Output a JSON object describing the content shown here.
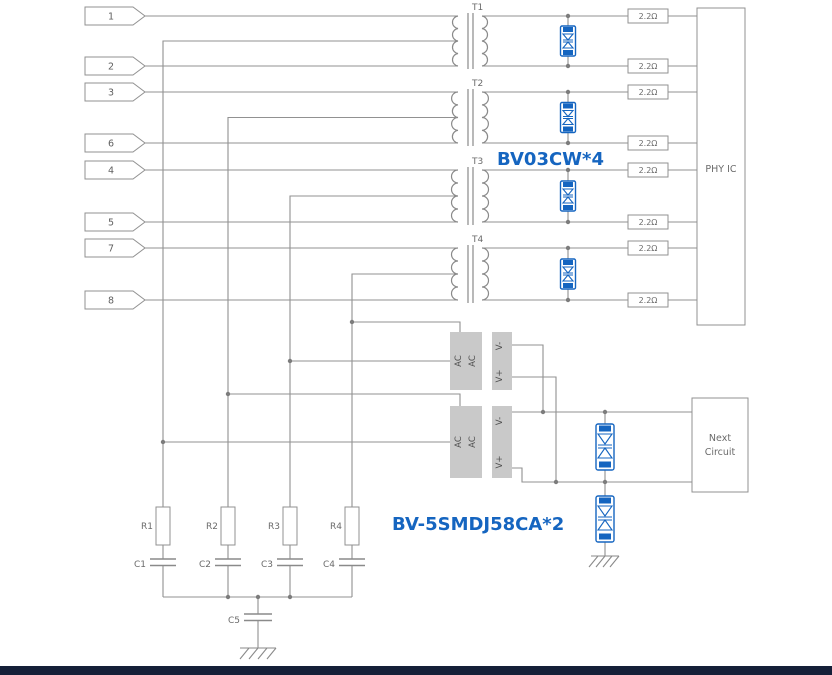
{
  "pins": [
    "1",
    "2",
    "3",
    "6",
    "4",
    "5",
    "7",
    "8"
  ],
  "transformers": [
    "T1",
    "T2",
    "T3",
    "T4"
  ],
  "series_resistor_value": "2.2Ω",
  "phy_label": "PHY IC",
  "tvs_array_label": "BV03CW*4",
  "tvs_protection_label": "BV-5SMDJ58CA*2",
  "bridge_pins": {
    "ac": "AC",
    "v_minus": "V-",
    "v_plus": "V+"
  },
  "next_circuit": {
    "line1": "Next",
    "line2": "Circuit"
  },
  "resistors": [
    "R1",
    "R2",
    "R3",
    "R4"
  ],
  "capacitors": [
    "C1",
    "C2",
    "C3",
    "C4",
    "C5"
  ],
  "colors": {
    "wire": "#919191",
    "component_text": "#6b6b6b",
    "accent_blue": "#1565c0",
    "bridge_fill": "#c9c9c9",
    "footer_bar": "#151f38"
  }
}
